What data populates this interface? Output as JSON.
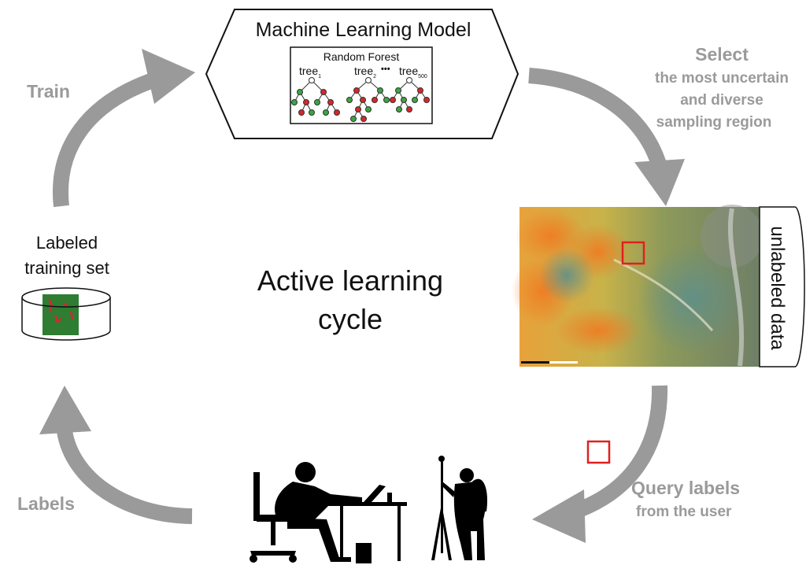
{
  "model": {
    "title": "Machine Learning Model",
    "forest_title": "Random Forest",
    "tree1": "tree",
    "tree1_sub": "1",
    "tree2": "tree",
    "tree2_sub": "2",
    "dots": "•••",
    "tree3": "tree",
    "tree3_sub": "500"
  },
  "steps": {
    "train": "Train",
    "select_title": "Select",
    "select_line1": "the most uncertain",
    "select_line2": "and diverse",
    "select_line3": "sampling region",
    "query_title": "Query labels",
    "query_sub": "from the user",
    "labels": "Labels"
  },
  "center": {
    "line1": "Active learning",
    "line2": "cycle"
  },
  "training_set": {
    "line1": "Labeled",
    "line2": "training set"
  },
  "unlabeled": {
    "label": "unlabeled data"
  },
  "colors": {
    "arrow": "#9a9a9a",
    "node_red": "#d7262b",
    "node_green": "#3aa640",
    "highlight": "#e02020",
    "training_green": "#2e7d32"
  }
}
